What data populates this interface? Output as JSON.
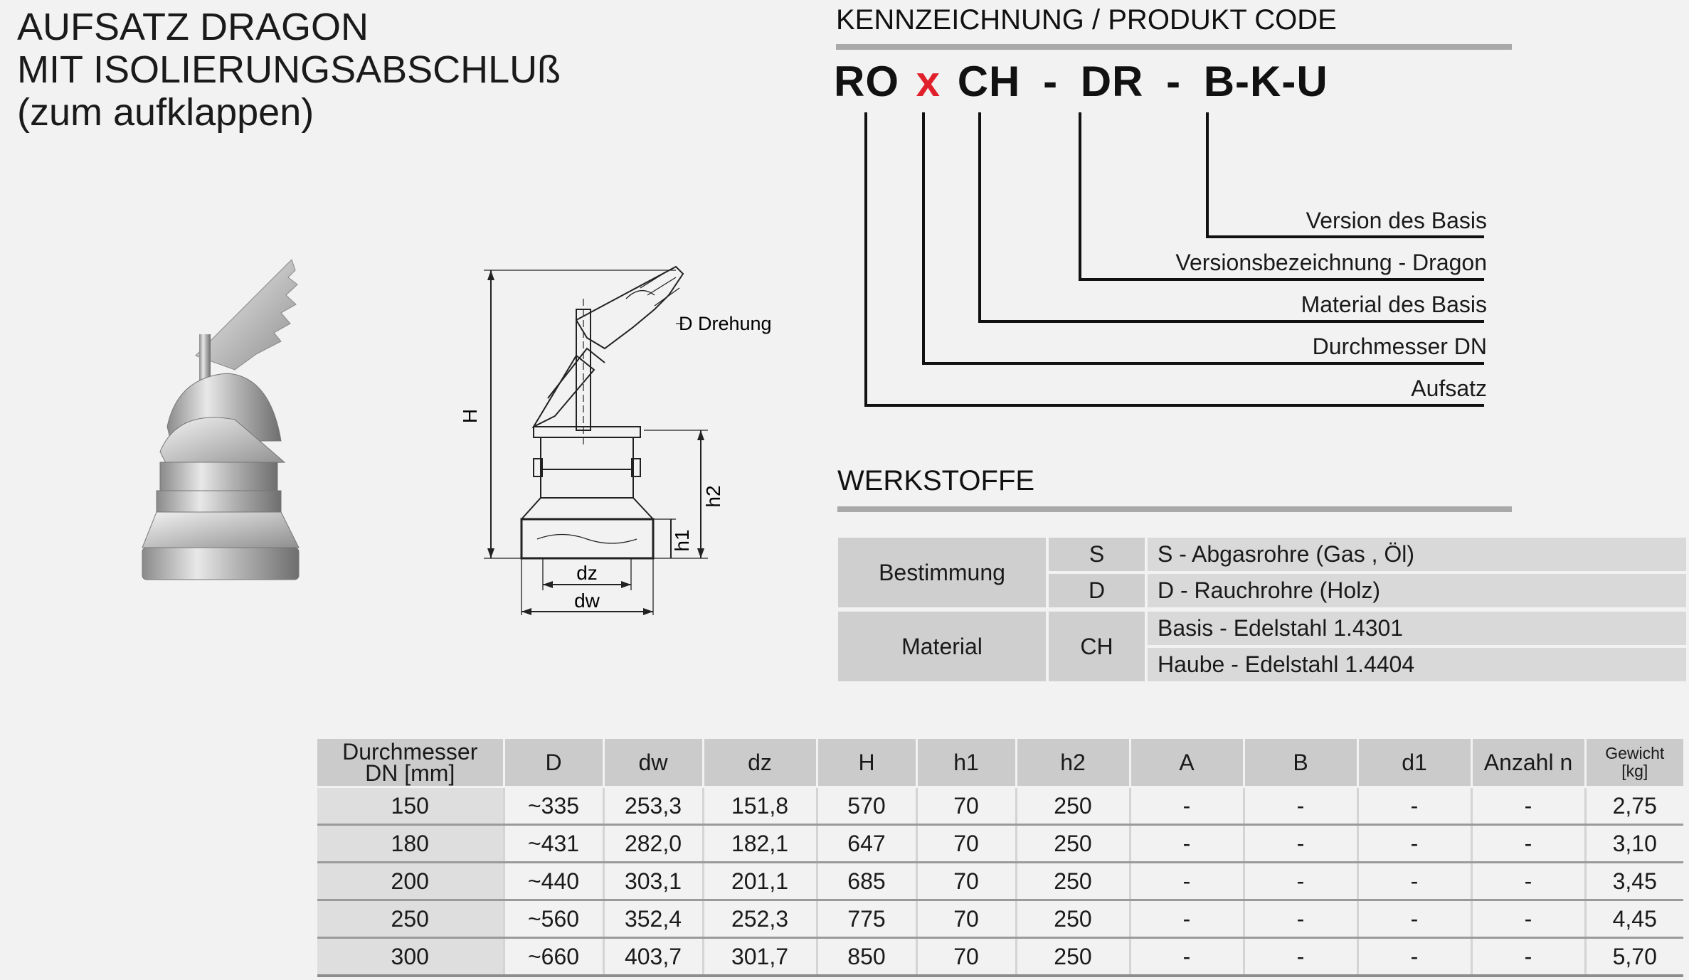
{
  "title": {
    "line1": "AUFSATZ DRAGON",
    "line2": "MIT ISOLIERUNGSABSCHLUß",
    "line3": "(zum aufklappen)"
  },
  "code_section": {
    "heading": "KENNZEICHNUNG /  PRODUKT CODE",
    "code_parts": [
      "RO",
      "x",
      "CH",
      "-",
      "DR",
      "-",
      "B-K-U"
    ],
    "legend": [
      "Version des Basis",
      "Versionsbezeichnung - Dragon",
      "Material des Basis",
      "Durchmesser DN",
      "Aufsatz"
    ]
  },
  "drawing": {
    "label_drehung": "D  Drehung",
    "label_H": "H",
    "label_h1": "h1",
    "label_h2": "h2",
    "label_dz": "dz",
    "label_dw": "dw"
  },
  "werkstoffe": {
    "heading": "WERKSTOFFE",
    "rows": [
      {
        "group": "Bestimmung",
        "code": "S",
        "value": "S - Abgasrohre (Gas , Öl)"
      },
      {
        "group": "",
        "code": "D",
        "value": "D - Rauchrohre (Holz)"
      },
      {
        "group": "Material",
        "code": "CH",
        "value": "Basis - Edelstahl 1.4301"
      },
      {
        "group": "",
        "code": "",
        "value": "Haube - Edelstahl 1.4404"
      }
    ]
  },
  "dimensions": {
    "headers": [
      "Durchmesser DN [mm]",
      "D",
      "dw",
      "dz",
      "H",
      "h1",
      "h2",
      "A",
      "B",
      "d1",
      "Anzahl n",
      "Gewicht [kg]"
    ],
    "header_dn_line1": "Durchmesser",
    "header_dn_line2": "DN [mm]",
    "header_weight_line1": "Gewicht",
    "header_weight_line2": "[kg]",
    "rows": [
      [
        "150",
        "~335",
        "253,3",
        "151,8",
        "570",
        "70",
        "250",
        "-",
        "-",
        "-",
        "-",
        "2,75"
      ],
      [
        "180",
        "~431",
        "282,0",
        "182,1",
        "647",
        "70",
        "250",
        "-",
        "-",
        "-",
        "-",
        "3,10"
      ],
      [
        "200",
        "~440",
        "303,1",
        "201,1",
        "685",
        "70",
        "250",
        "-",
        "-",
        "-",
        "-",
        "3,45"
      ],
      [
        "250",
        "~560",
        "352,4",
        "252,3",
        "775",
        "70",
        "250",
        "-",
        "-",
        "-",
        "-",
        "4,45"
      ],
      [
        "300",
        "~660",
        "403,7",
        "301,7",
        "850",
        "70",
        "250",
        "-",
        "-",
        "-",
        "-",
        "5,70"
      ]
    ]
  },
  "colors": {
    "accent_red": "#e0212b",
    "rule_gray": "#a9a9a9",
    "table_header_gray": "#cbcbcb"
  }
}
